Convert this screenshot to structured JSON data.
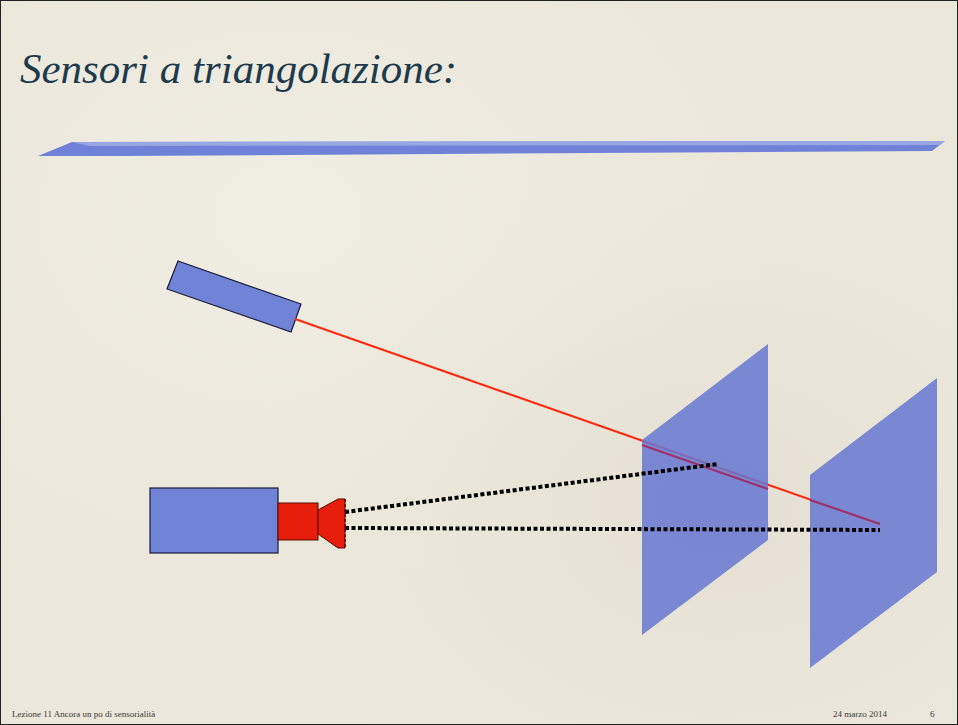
{
  "diagram": {
    "title": "Sensori a triangolazione:",
    "labels": [
      "Lezione 11 Ancora un po di sensorialità",
      "24 marzo 2014",
      "6"
    ]
  }
}
